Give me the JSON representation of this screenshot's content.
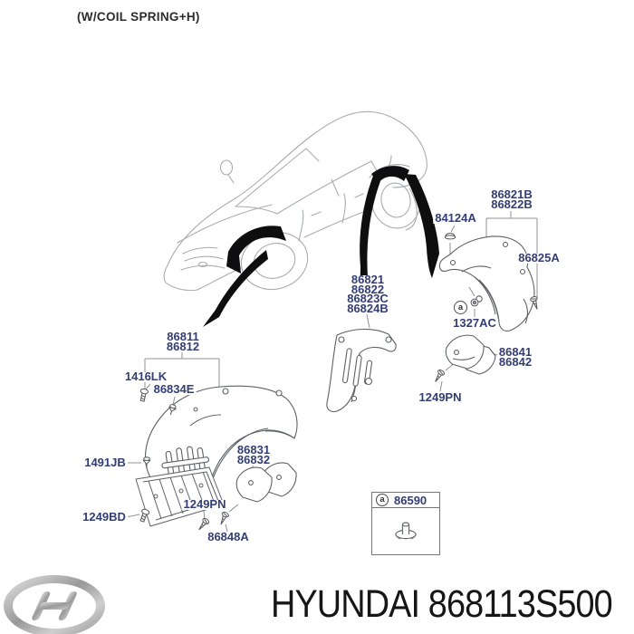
{
  "note": "(W/COIL SPRING+H)",
  "marker": {
    "letter": "a"
  },
  "ref_box": {
    "marker": "a",
    "part": "86590"
  },
  "footer": {
    "brand": "HYUNDAI",
    "part_number": "868113S500",
    "logo": "hyundai-logo"
  },
  "colors": {
    "label_navy": "#333e74",
    "line_gray": "#8d9298",
    "part_stroke": "#5d6268",
    "car_stroke": "#a7acb3",
    "arrow_black": "#0e0e0e",
    "footer_black": "#161616",
    "logo_silver": "#b9b9b9"
  },
  "labels": {
    "rear_liner_rh": {
      "l1": "86821B",
      "l2": "86822B"
    },
    "grommet": {
      "l1": "84124A"
    },
    "cover": {
      "l1": "86825A"
    },
    "rear_liner_lh": {
      "l1": "86821",
      "l2": "86822",
      "l3": "86823C",
      "l4": "86824B"
    },
    "nut": {
      "l1": "1327AC"
    },
    "rear_guard": {
      "l1": "86841",
      "l2": "86842"
    },
    "screw_right": {
      "l1": "1249PN"
    },
    "front_liner": {
      "l1": "86811",
      "l2": "86812"
    },
    "bolt_front": {
      "l1": "1416LK"
    },
    "clip_front": {
      "l1": "86834E"
    },
    "front_guard": {
      "l1": "86831",
      "l2": "86832"
    },
    "clip_lower": {
      "l1": "1491JB"
    },
    "bolt_lower": {
      "l1": "1249BD"
    },
    "screw_bottom": {
      "l1": "1249PN"
    },
    "screw_guard": {
      "l1": "86848A"
    }
  }
}
